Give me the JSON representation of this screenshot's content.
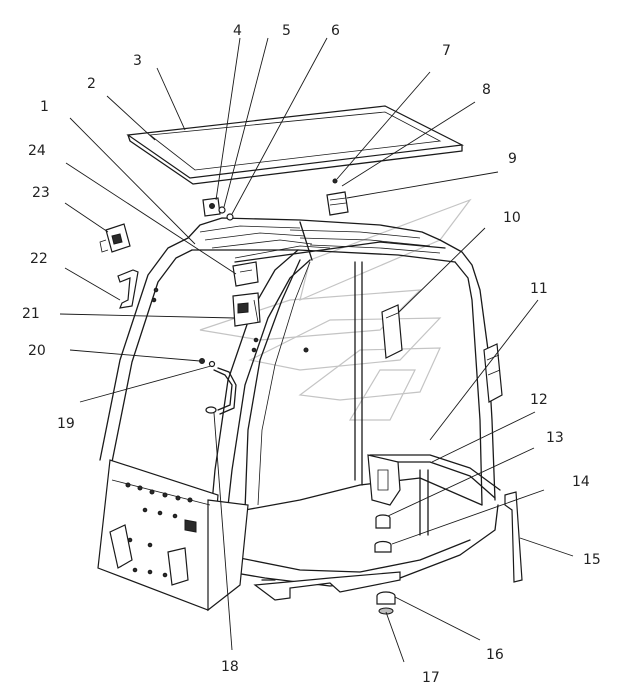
{
  "callouts": [
    "1",
    "2",
    "3",
    "4",
    "5",
    "6",
    "7",
    "8",
    "9",
    "10",
    "11",
    "12",
    "13",
    "14",
    "15",
    "16",
    "17",
    "18",
    "19",
    "20",
    "21",
    "22",
    "23",
    "24"
  ],
  "icons": {
    "watermark": "logo-watermark-icon"
  }
}
